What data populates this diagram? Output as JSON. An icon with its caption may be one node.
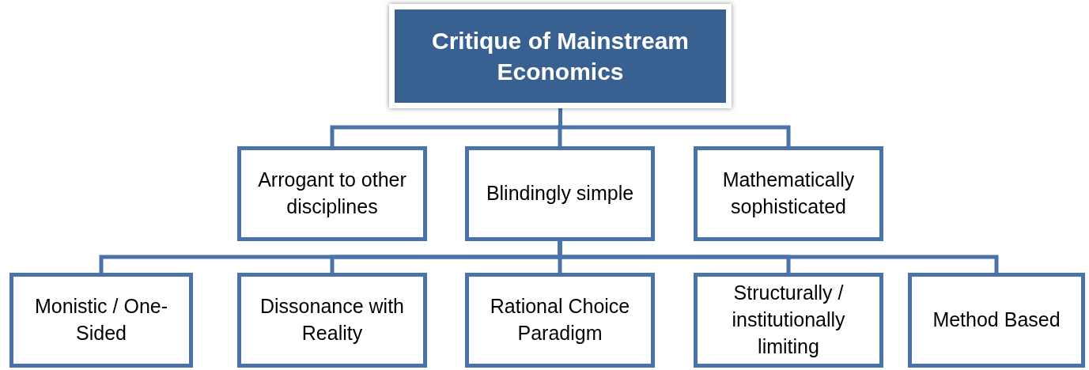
{
  "diagram": {
    "nodes": [
      {
        "text": [
          "Critique of Mainstream Economics"
        ]
      },
      {
        "text": [
          "Arrogant to other disciplines"
        ]
      },
      {
        "text": [
          "Blindingly simple"
        ]
      },
      {
        "text": [
          "Mathematically sophisticated"
        ]
      },
      {
        "text": [
          "Monistic / One-Sided"
        ]
      },
      {
        "text": [
          "Dissonance with Reality"
        ]
      },
      {
        "text": [
          "Rational Choice Paradigm"
        ]
      },
      {
        "text": [
          "Structurally / institutionally limiting"
        ]
      },
      {
        "text": [
          "Method Based"
        ]
      }
    ],
    "edges": [
      {
        "from": 0,
        "to": 1,
        "arrow": "none"
      },
      {
        "from": 0,
        "to": 2,
        "arrow": "none"
      },
      {
        "from": 0,
        "to": 3,
        "arrow": "none"
      },
      {
        "from": 2,
        "to": 4,
        "arrow": "none"
      },
      {
        "from": 2,
        "to": 5,
        "arrow": "none"
      },
      {
        "from": 2,
        "to": 6,
        "arrow": "none"
      },
      {
        "from": 2,
        "to": 7,
        "arrow": "none"
      },
      {
        "from": 2,
        "to": 8,
        "arrow": "none"
      }
    ]
  }
}
